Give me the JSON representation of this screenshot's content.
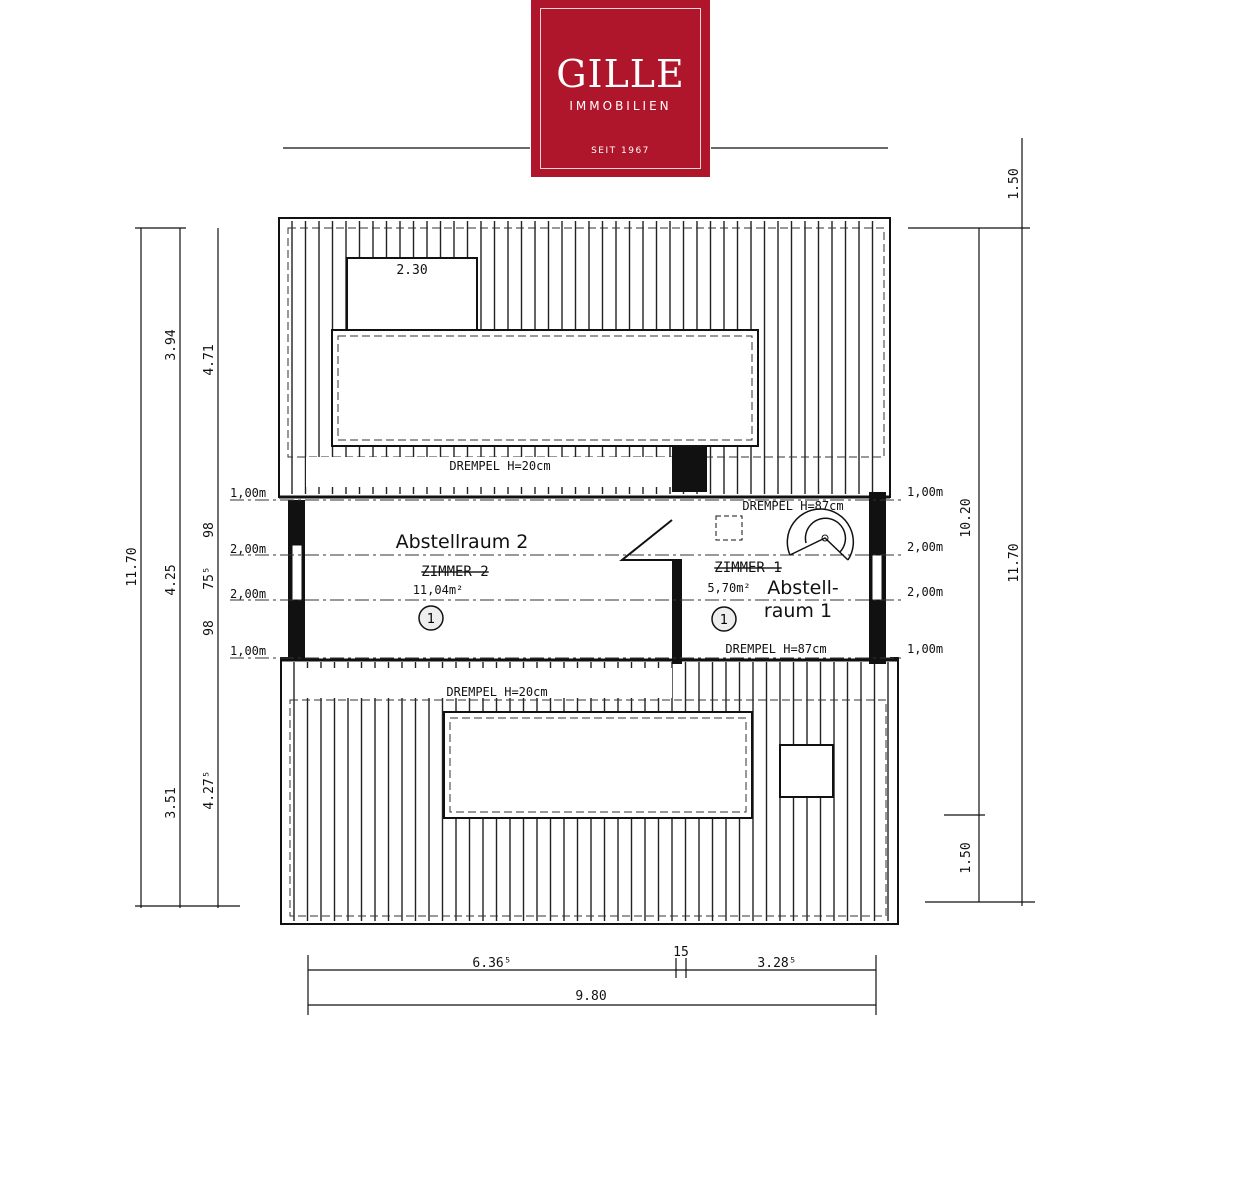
{
  "logo": {
    "name": "GILLE",
    "sub": "IMMOBILIEN",
    "since": "SEIT 1967",
    "color": "#b0162b"
  },
  "rooms": {
    "r2": {
      "name": "Abstellraum 2",
      "old": "ZIMMER 2",
      "area": "11,04m²",
      "marker": "1"
    },
    "r1": {
      "name1": "Abstell-",
      "name2": "raum 1",
      "old": "ZIMMER 1",
      "area": "5,70m²",
      "marker": "1"
    }
  },
  "labels": {
    "drempel_top": "DREMPEL H=20cm",
    "drempel_bottom": "DREMPEL H=20cm",
    "drempel_r1_top": "DREMPEL H=87cm",
    "drempel_r1_bottom": "DREMPEL H=87cm",
    "skylight": "2.30"
  },
  "heights": {
    "h1": "1,00m",
    "h2": "2,00m",
    "h3": "2,00m",
    "h4": "1,00m"
  },
  "dims": {
    "left_outer": "11.70",
    "left_a": "3.94",
    "left_b": "4.25",
    "left_c": "3.51",
    "left2_a": "4.71",
    "left2_b": "98",
    "left2_c": "75⁵",
    "left2_d": "98",
    "left2_e": "4.27⁵",
    "right_top": "1.50",
    "right_mid": "10.20",
    "right_outer": "11.70",
    "right_bottom": "1.50",
    "bottom_a": "6.36⁵",
    "bottom_b": "15",
    "bottom_c": "3.28⁵",
    "bottom_total": "9.80"
  }
}
